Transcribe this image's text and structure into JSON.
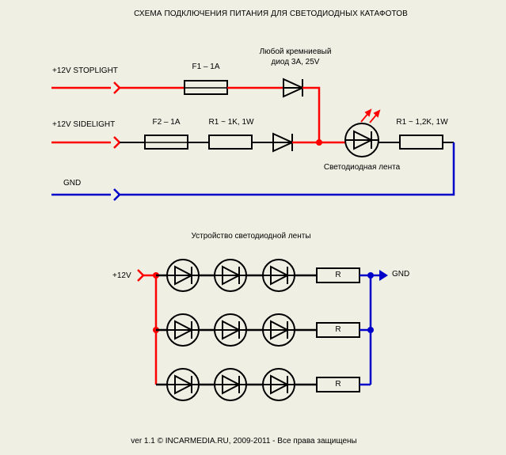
{
  "title": "СХЕМА ПОДКЛЮЧЕНИЯ ПИТАНИЯ ДЛЯ СВЕТОДИОДНЫХ КАТАФОТОВ",
  "top_circuit": {
    "input_stoplight": "+12V STOPLIGHT",
    "input_sidelight": "+12V SIDELIGHT",
    "input_gnd": "GND",
    "fuse1": "F1 – 1A",
    "fuse2": "F2 – 1A",
    "diode_note_line1": "Любой кремниевый",
    "diode_note_line2": "диод 3А, 25V",
    "resistor_side": "R1 ~ 1K, 1W",
    "resistor_led": "R1 ~ 1,2K, 1W",
    "led_strip": "Светодиодная лента"
  },
  "bottom_circuit": {
    "title": "Устройство светодиодной ленты",
    "input": "+12V",
    "output": "GND",
    "resistor_label": "R"
  },
  "footer": "ver 1.1 © INCARMEDIA.RU, 2009-2011 - Все права защищены",
  "colors": {
    "background": "#efefe4",
    "positive_wire": "#ff0000",
    "ground_wire": "#0000c8",
    "component": "#000000",
    "led_arrows": "#ff0000"
  }
}
